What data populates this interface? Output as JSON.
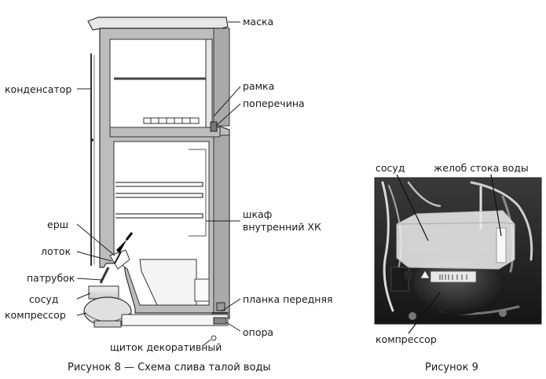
{
  "figure8": {
    "caption": "Рисунок 8 — Схема слива талой воды",
    "labels": {
      "maska": "маска",
      "kondensator": "конденсатор",
      "ramka": "рамка",
      "poperechina": "поперечина",
      "shkaf_line1": "шкаф",
      "shkaf_line2": "внутренний ХК",
      "ersh": "ерш",
      "lotok": "лоток",
      "patrubok": "патрубок",
      "sosud": "сосуд",
      "kompressor": "компрессор",
      "planka": "планка передняя",
      "opora": "опора",
      "shchitok": "щиток декоративный"
    }
  },
  "figure9": {
    "caption": "Рисунок 9",
    "labels": {
      "sosud": "сосуд",
      "zhelob": "желоб стока воды",
      "kompressor": "компрессор"
    }
  }
}
